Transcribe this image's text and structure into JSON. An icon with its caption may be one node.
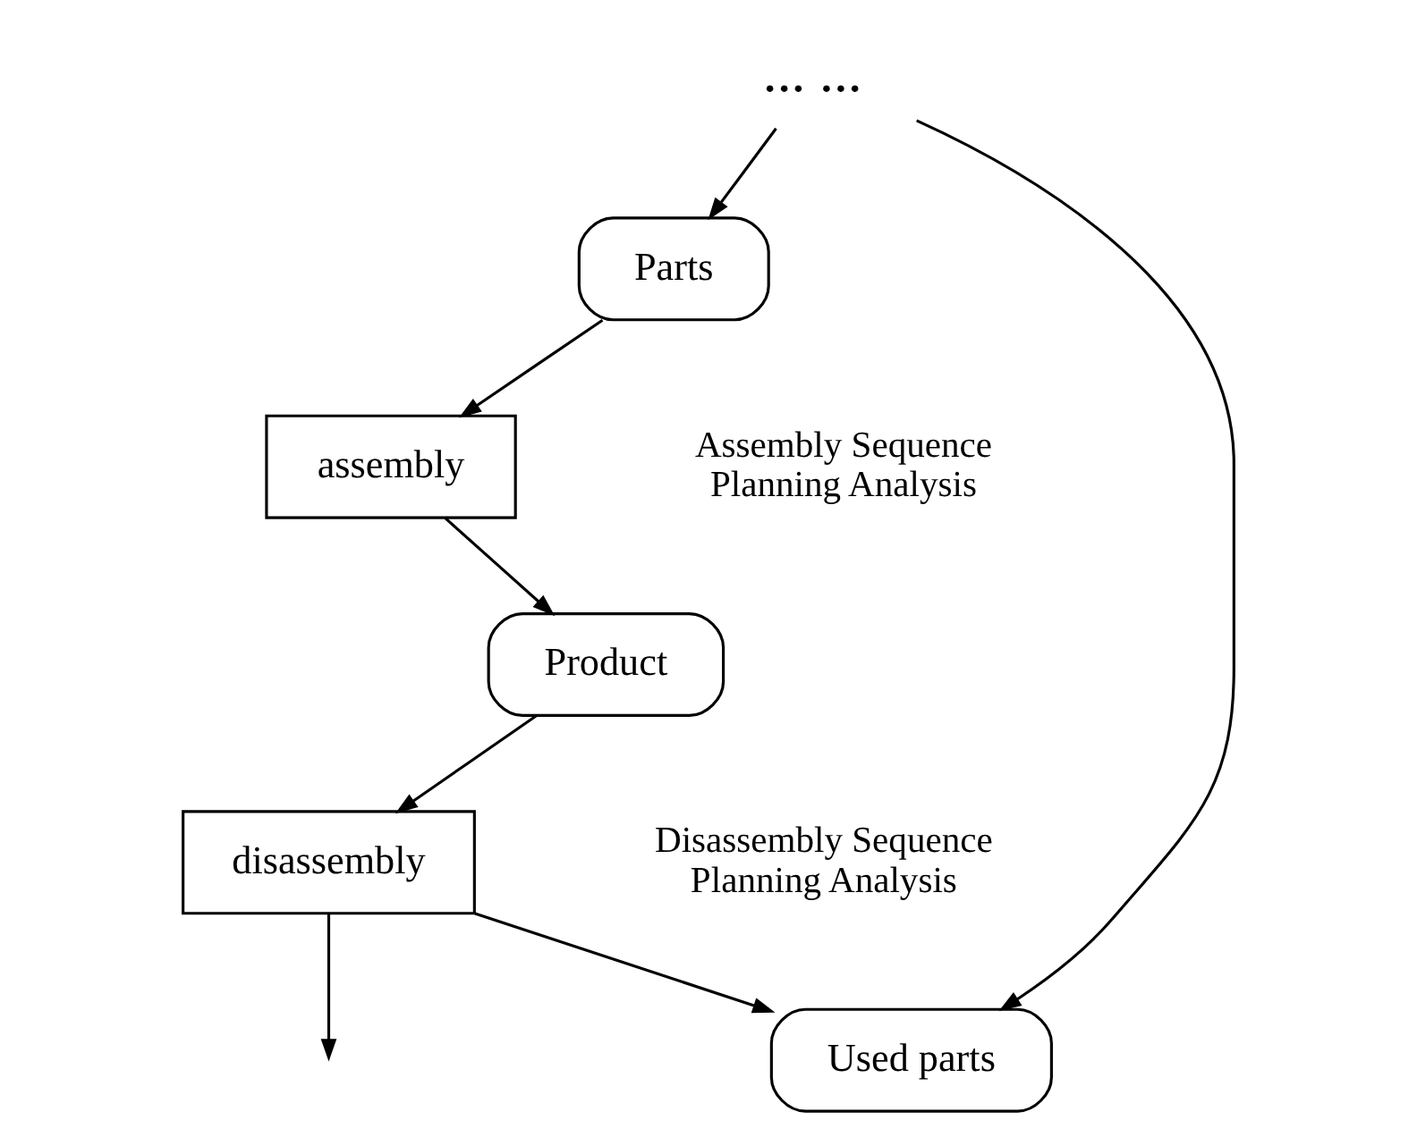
{
  "diagram": {
    "nodes": [
      {
        "text": [
          "Parts"
        ]
      },
      {
        "text": [
          "assembly"
        ]
      },
      {
        "text": [
          "Product"
        ]
      },
      {
        "text": [
          "disassembly"
        ]
      },
      {
        "text": [
          "Used parts"
        ]
      },
      {
        "text": [
          "... ..."
        ]
      }
    ],
    "edges": [
      {
        "from": 5,
        "to": 0,
        "arrow": "to"
      },
      {
        "from": 0,
        "to": 1,
        "arrow": "to"
      },
      {
        "from": 1,
        "to": 2,
        "arrow": "to"
      },
      {
        "from": 2,
        "to": 3,
        "arrow": "to"
      },
      {
        "from": 3,
        "to": 4,
        "arrow": "to"
      },
      {
        "from": 3,
        "to": null,
        "arrow": "to"
      },
      {
        "from": 5,
        "to": 4,
        "arrow": "to"
      }
    ],
    "labels": [
      "Assembly Sequence Planning Analysis",
      "Disassembly Sequence Planning Analysis"
    ]
  }
}
